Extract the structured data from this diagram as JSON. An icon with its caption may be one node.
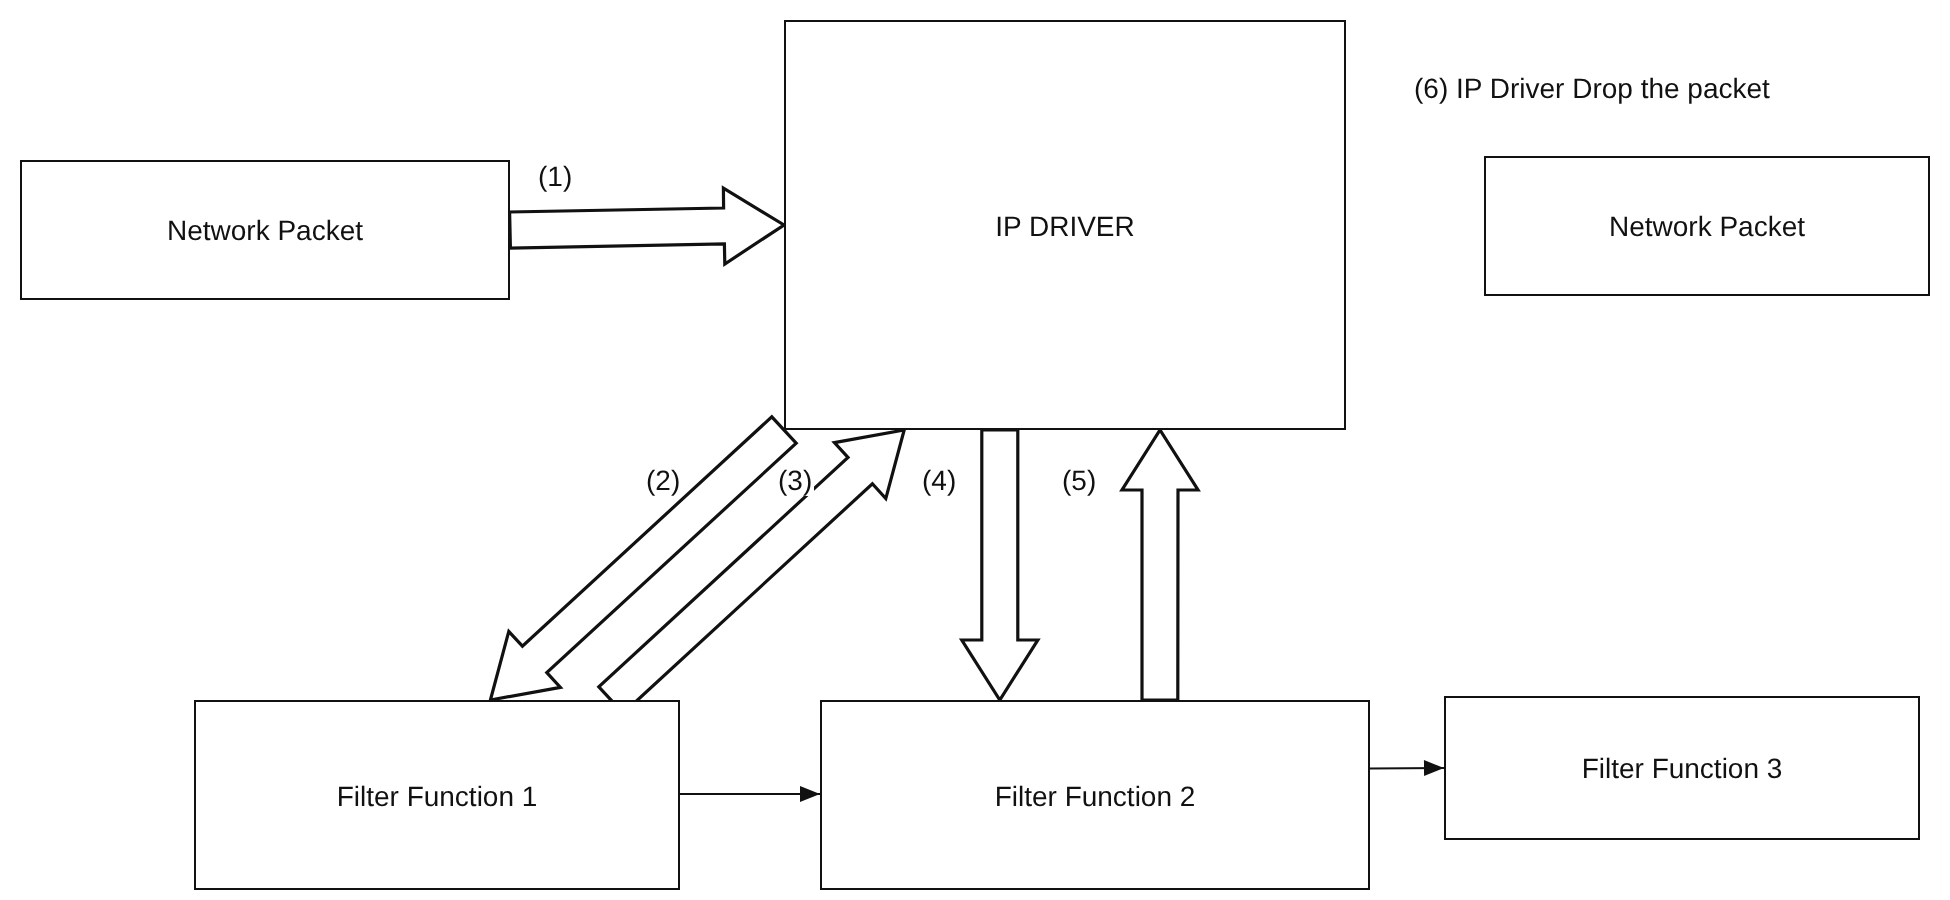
{
  "diagram": {
    "nodes": [
      {
        "text": [
          "Network Packet"
        ]
      },
      {
        "text": [
          "IP DRIVER"
        ]
      },
      {
        "text": [
          "Network Packet"
        ],
        "beside": [
          "(6) IP Driver Drop the packet"
        ]
      },
      {
        "text": [
          "Filter Function 1"
        ]
      },
      {
        "text": [
          "Filter Function 2"
        ]
      },
      {
        "text": [
          "Filter Function 3"
        ]
      }
    ],
    "edges": [
      {
        "from": 0,
        "to": 1,
        "arrow": "to",
        "label": "(1)",
        "style": "thick"
      },
      {
        "from": 1,
        "to": 3,
        "arrow": "to",
        "label": "(2)",
        "style": "thick"
      },
      {
        "from": 3,
        "to": 1,
        "arrow": "to",
        "label": "(3)",
        "style": "thick"
      },
      {
        "from": 1,
        "to": 4,
        "arrow": "to",
        "label": "(4)",
        "style": "thick"
      },
      {
        "from": 4,
        "to": 1,
        "arrow": "to",
        "label": "(5)",
        "style": "thick"
      },
      {
        "from": 3,
        "to": 4,
        "arrow": "to"
      },
      {
        "from": 4,
        "to": 5,
        "arrow": "to"
      }
    ]
  }
}
